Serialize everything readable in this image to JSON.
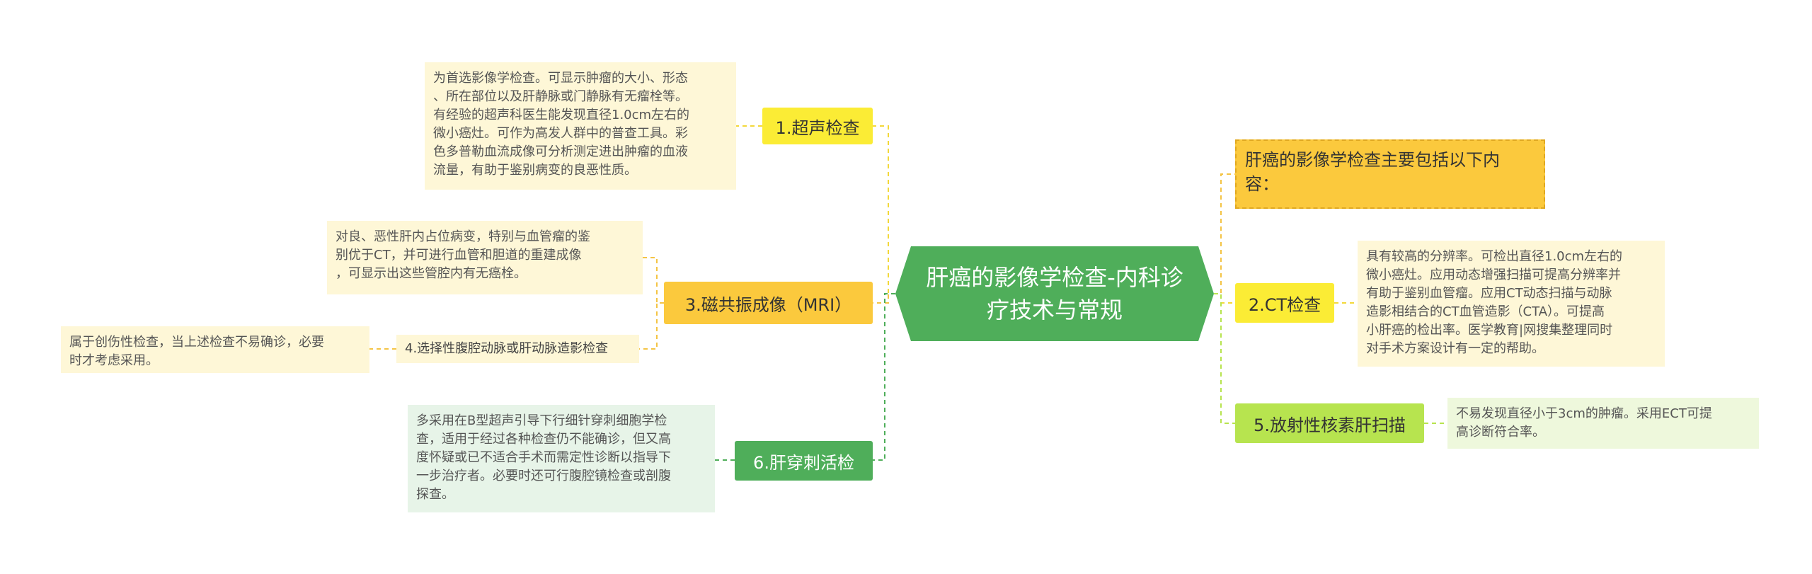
{
  "central": {
    "label": "肝癌的影像学检查-内科诊\n疗技术与常规"
  },
  "intro": {
    "text": "肝癌的影像学检查主要包括以下内\n容："
  },
  "branches": {
    "ultrasound": {
      "label": "1.超声检查",
      "detail": "为首选影像学检查。可显示肿瘤的大小、形态\n、所在部位以及肝静脉或门静脉有无瘤栓等。\n有经验的超声科医生能发现直径1.0cm左右的\n微小癌灶。可作为高发人群中的普查工具。彩\n色多普勒血流成像可分析测定进出肿瘤的血液\n流量，有助于鉴别病变的良恶性质。"
    },
    "mri": {
      "label": "3.磁共振成像（MRI）",
      "detail": "对良、恶性肝内占位病变，特别与血管瘤的鉴\n别优于CT，并可进行血管和胆道的重建成像\n，可显示出这些管腔内有无癌栓。"
    },
    "angiography": {
      "label": "4.选择性腹腔动脉或肝动脉造影检查",
      "detail": "属于创伤性检查，当上述检查不易确诊，必要\n时才考虑采用。"
    },
    "biopsy": {
      "label": "6.肝穿刺活检",
      "detail": "多采用在B型超声引导下行细针穿刺细胞学检\n查，适用于经过各种检查仍不能确诊，但又高\n度怀疑或已不适合手术而需定性诊断以指导下\n一步治疗者。必要时还可行腹腔镜检查或剖腹\n探查。"
    },
    "ct": {
      "label": "2.CT检查",
      "detail": "具有较高的分辨率。可检出直径1.0cm左右的\n微小癌灶。应用动态增强扫描可提高分辨率并\n有助于鉴别血管瘤。应用CT动态扫描与动脉\n造影相结合的CT血管造影（CTA）。可提高\n小肝癌的检出率。医学教育|网搜集整理同时\n对手术方案设计有一定的帮助。"
    },
    "radionuclide": {
      "label": "5.放射性核素肝扫描",
      "detail": "不易发现直径小于3cm的肿瘤。采用ECT可提\n高诊断符合率。"
    }
  },
  "colors": {
    "central": "#4fae5a",
    "yellow": "#fbec35",
    "orange": "#fbc93d",
    "green": "#4fae5a",
    "lime": "#b7e44f",
    "cream": "#fef7d7"
  }
}
